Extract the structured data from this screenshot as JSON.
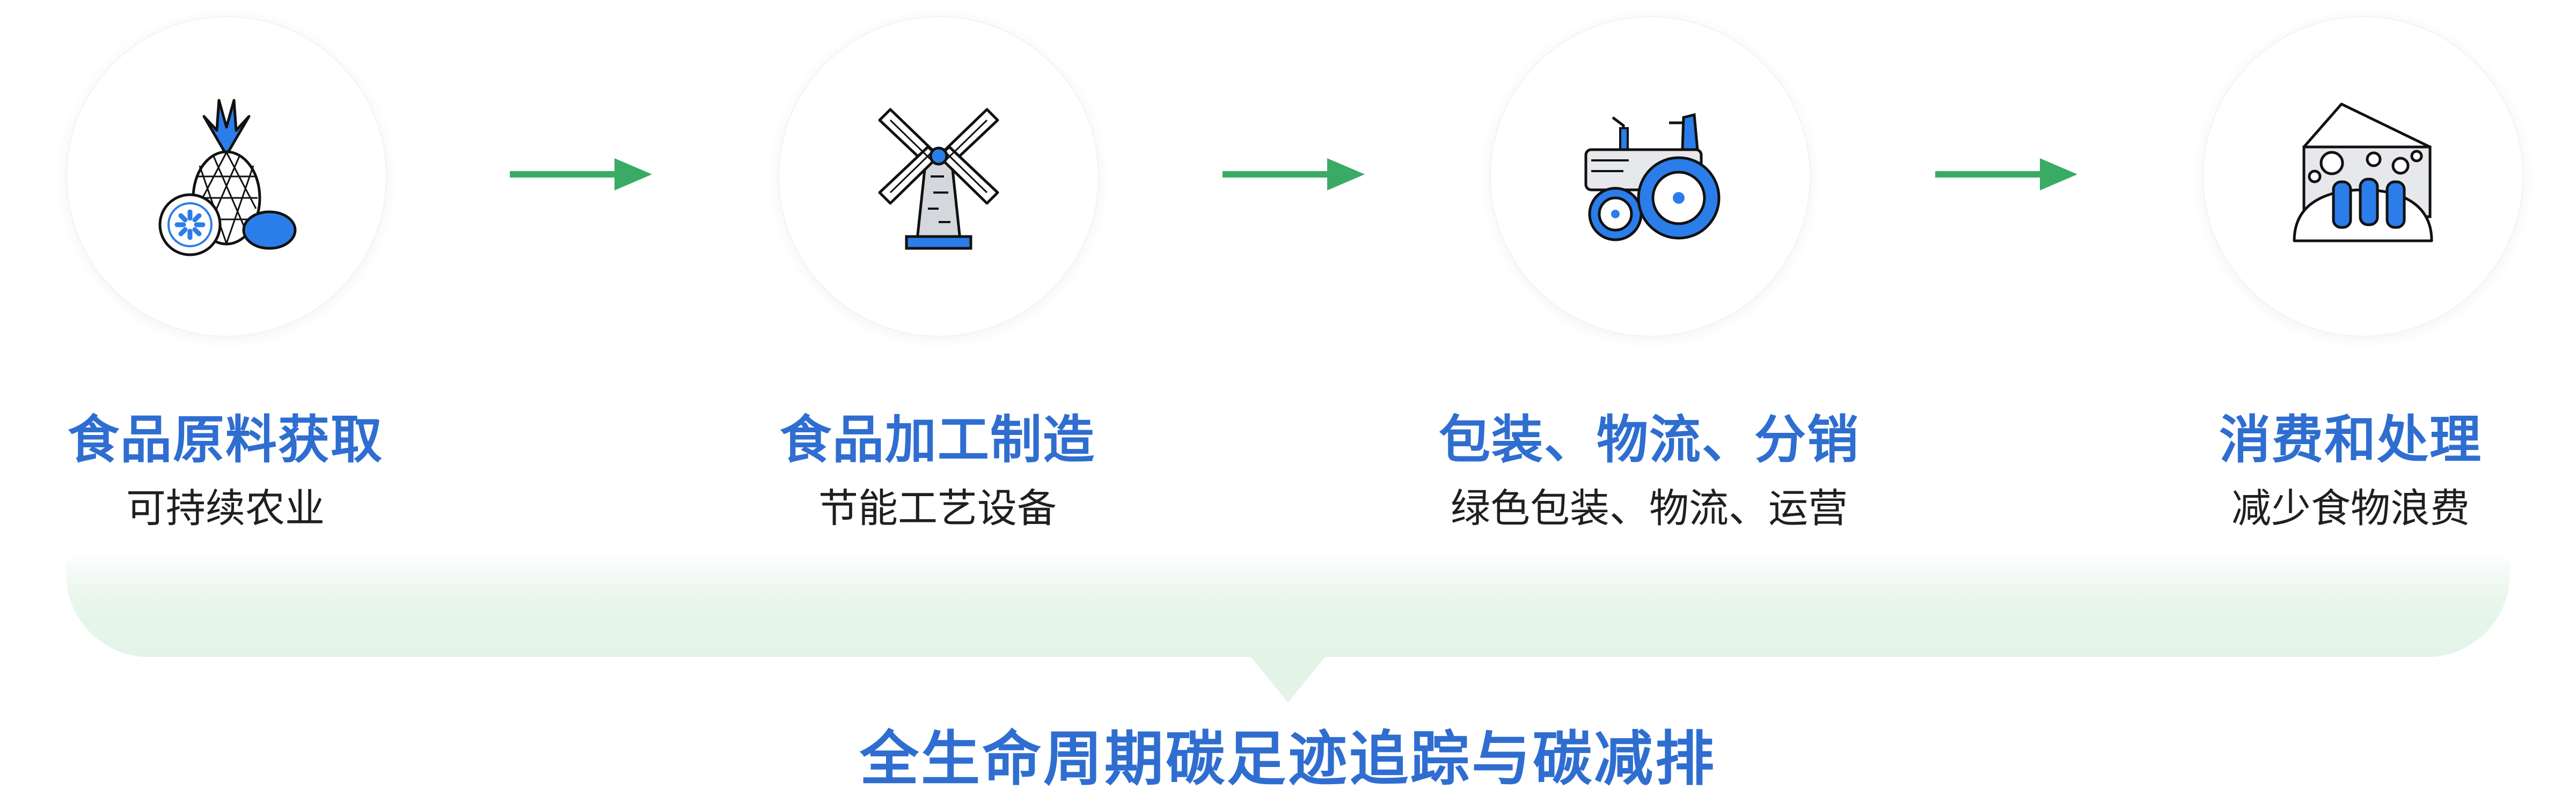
{
  "stages": [
    {
      "title": "食品原料获取",
      "subtitle": "可持续农业",
      "icon": "pineapple-lemon-icon"
    },
    {
      "title": "食品加工制造",
      "subtitle": "节能工艺设备",
      "icon": "windmill-icon"
    },
    {
      "title": "包装、物流、分销",
      "subtitle": "绿色包装、物流、运营",
      "icon": "tractor-icon"
    },
    {
      "title": "消费和处理",
      "subtitle": "减少食物浪费",
      "icon": "cheese-bread-icon"
    }
  ],
  "caption": "全生命周期碳足迹追踪与碳减排",
  "colors": {
    "accent_blue": "#2f6ed0",
    "icon_blue": "#2b7de9",
    "arrow_green": "#3aab64",
    "band_green": "#e3f4e7"
  }
}
